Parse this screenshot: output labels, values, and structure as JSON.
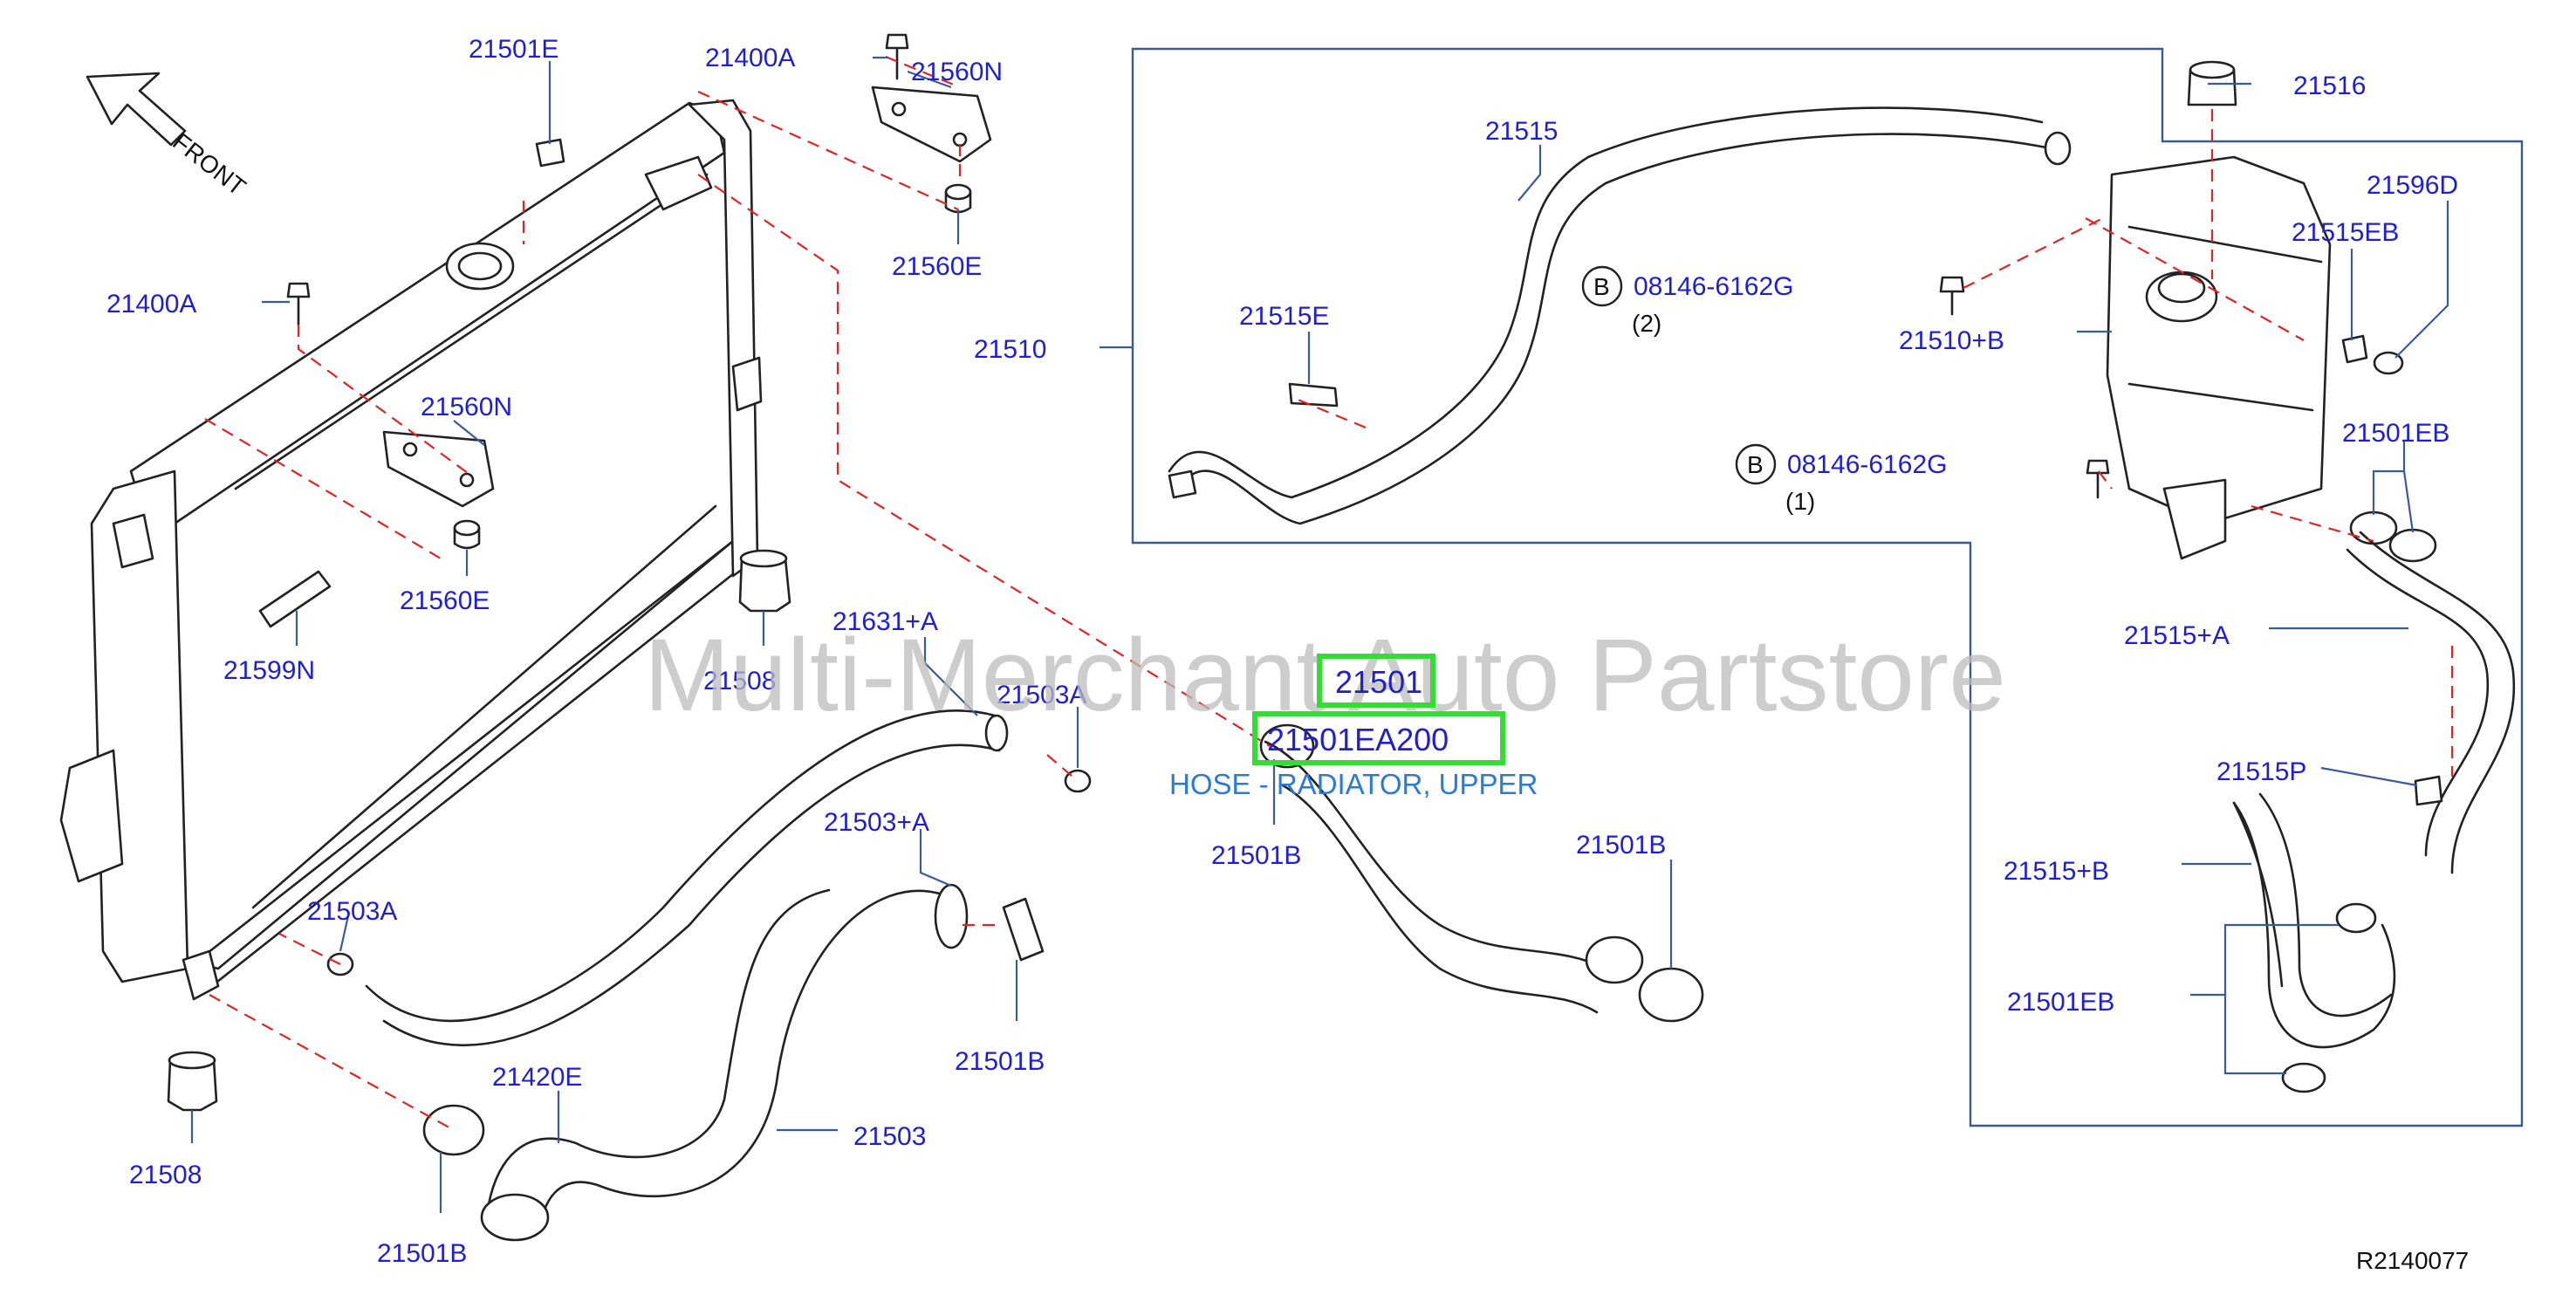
{
  "diagram": {
    "orientation_label": "FRONT",
    "drawing_code": "R2140077",
    "watermark": "Multi-Merchant Auto Partstore",
    "highlight": {
      "part_group": "21501",
      "part_number": "21501EA200",
      "description": "HOSE - RADIATOR, UPPER"
    },
    "bolt_callouts": [
      {
        "symbol": "B",
        "code": "08146-6162G",
        "qty": "(2)"
      },
      {
        "symbol": "B",
        "code": "08146-6162G",
        "qty": "(1)"
      }
    ],
    "part_labels": [
      "21501E",
      "21400A",
      "21560N",
      "21560E",
      "21400A",
      "21560N",
      "21560E",
      "21599N",
      "21508",
      "21508",
      "21631+A",
      "21503A",
      "21503A",
      "21503+A",
      "21501B",
      "21501B",
      "21501B",
      "21501B",
      "21420E",
      "21503",
      "21510",
      "21515",
      "21515E",
      "21516",
      "21596D",
      "21515EB",
      "21510+B",
      "21501EB",
      "21515+A",
      "21515P",
      "21515+B",
      "21501EB"
    ]
  }
}
